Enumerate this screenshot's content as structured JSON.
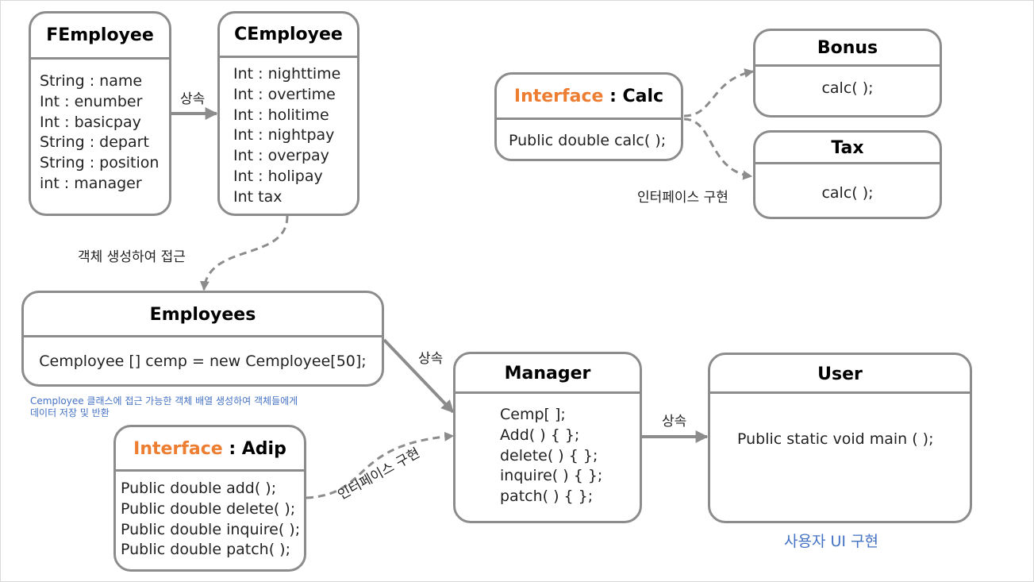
{
  "classes": {
    "femployee": {
      "title": "FEmployee",
      "fields": [
        "String : name",
        "Int : enumber",
        "Int : basicpay",
        "String : depart",
        "String : position",
        "int : manager"
      ]
    },
    "cemployee": {
      "title": "CEmployee",
      "fields": [
        "Int : nighttime",
        "Int : overtime",
        "Int : holitime",
        "Int : nightpay",
        "Int : overpay",
        "Int : holipay",
        "Int tax"
      ]
    },
    "calc": {
      "keyword": "Interface",
      "name": " : Calc",
      "methods": [
        "Public double calc( );"
      ]
    },
    "bonus": {
      "title": "Bonus",
      "methods": [
        "calc( );"
      ]
    },
    "tax": {
      "title": "Tax",
      "methods": [
        "calc( );"
      ]
    },
    "employees": {
      "title": "Employees",
      "fields": [
        "Cemployee [] cemp = new Cemployee[50];"
      ]
    },
    "manager": {
      "title": "Manager",
      "methods": [
        "Cemp[ ];",
        "Add( ) { };",
        "delete( ) { };",
        "inquire( ) { };",
        "patch( ) { };"
      ]
    },
    "user": {
      "title": "User",
      "methods": [
        "Public static  void main ( );"
      ]
    },
    "adip": {
      "keyword": "Interface",
      "name": " : Adip",
      "methods": [
        "Public double add( );",
        "Public double delete( );",
        "Public double inquire( );",
        "Public double patch( );"
      ]
    }
  },
  "labels": {
    "inherit_f_c": "상속",
    "inherit_emp_mgr": "상속",
    "inherit_mgr_user": "상속",
    "access": "객체 생성하여 접근",
    "impl_calc": "인터페이스 구현",
    "impl_adip": "인터페이스 구현",
    "employees_note": [
      "Cemployee 클래스에 접근 가능한 객체 배열 생성하여 객체들에게",
      "데이터 저장 및 반환"
    ],
    "user_note": "사용자 UI 구현"
  }
}
